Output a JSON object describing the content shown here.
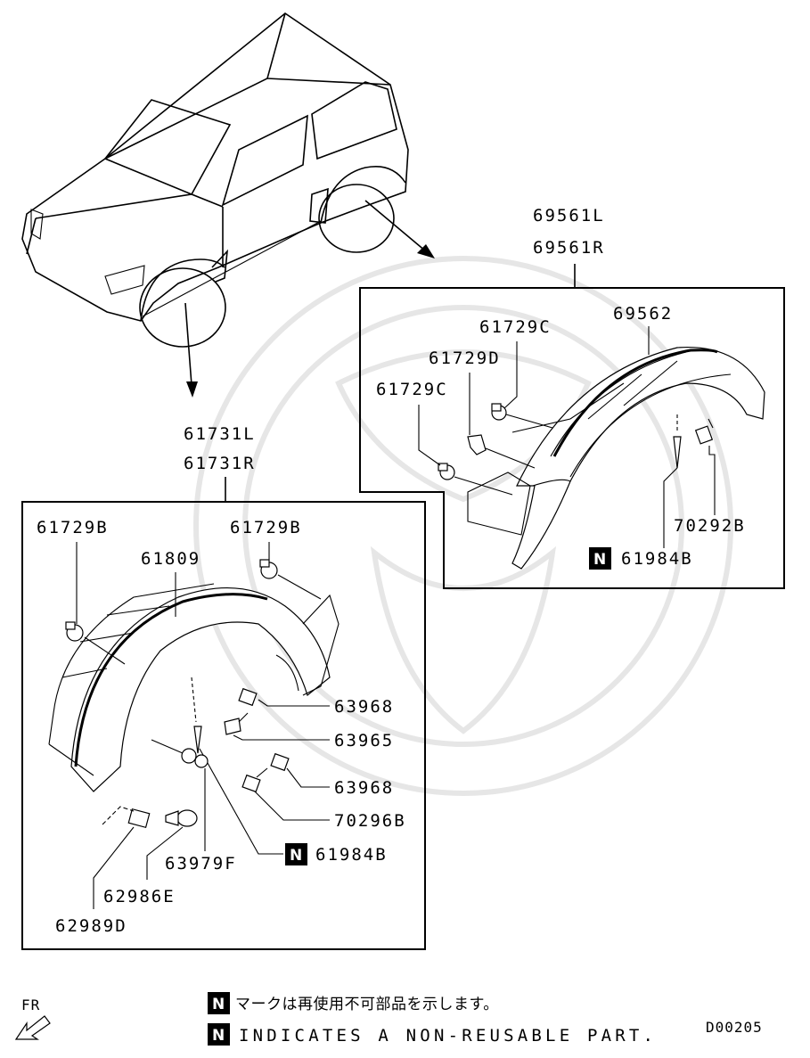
{
  "labels": {
    "rear_kit_l": "69561L",
    "rear_kit_r": "69561R",
    "rear_molding": "69562",
    "rear_clip_c_top": "61729C",
    "rear_clip_d": "61729D",
    "rear_clip_c_left": "61729C",
    "rear_screw": "70292B",
    "rear_rivet": "61984B",
    "front_kit_l": "61731L",
    "front_kit_r": "61731R",
    "front_clip_b_left": "61729B",
    "front_clip_b_right": "61729B",
    "front_molding": "61809",
    "front_nut_upper": "63968",
    "front_screw": "63965",
    "front_nut_lower": "63968",
    "front_bolt": "70296B",
    "front_rivet": "61984B",
    "front_washer": "63979F",
    "front_grommet": "62986E",
    "front_clip_nut": "62989D"
  },
  "footer": {
    "fr": "FR",
    "n_mark": "N",
    "note_jp": "マークは再使用不可部品を示します。",
    "note_en": "INDICATES A NON-REUSABLE PART.",
    "code": "D00205"
  },
  "colors": {
    "ink": "#000000",
    "paper": "#ffffff",
    "watermark": "#e6e6e6"
  }
}
